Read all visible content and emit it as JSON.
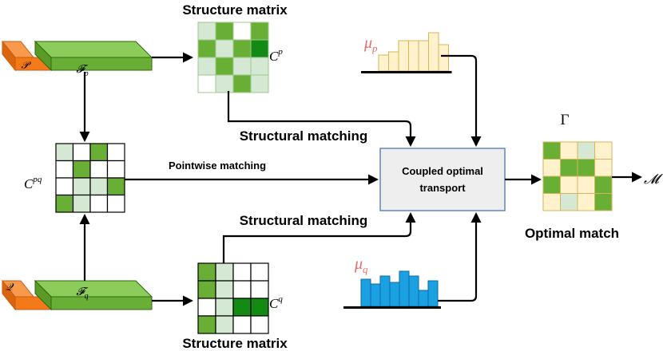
{
  "labels": {
    "structure_matrix_top": "Structure matrix",
    "structure_matrix_bottom": "Structure matrix",
    "structural_matching_top": "Structural matching",
    "structural_matching_bottom": "Structural matching",
    "pointwise_matching": "Pointwise matching",
    "coupled_ot_line1": "Coupled optimal",
    "coupled_ot_line2": "transport",
    "optimal_match": "Optimal match"
  },
  "math": {
    "P": "𝒫",
    "Q": "𝒬",
    "F": "𝓕",
    "F_p_sub": "p",
    "F_q_sub": "q",
    "C": "C",
    "Cp_sup": "p",
    "Cq_sup": "q",
    "Cpq_sup": "pq",
    "mu": "μ",
    "mu_p_sub": "p",
    "mu_q_sub": "q",
    "Gamma": "Γ",
    "M": "𝓜"
  },
  "colors": {
    "green_light": "#d5e8d4",
    "green_mid": "#6aaf35",
    "green_dark": "#138a13",
    "orange": "#f27a19",
    "yellow_fill": "#fff2cc",
    "yellow_stroke": "#d6b656",
    "blue": "#1ba1e2",
    "box_fill": "#eeeeee",
    "box_stroke": "#5f87c2"
  }
}
